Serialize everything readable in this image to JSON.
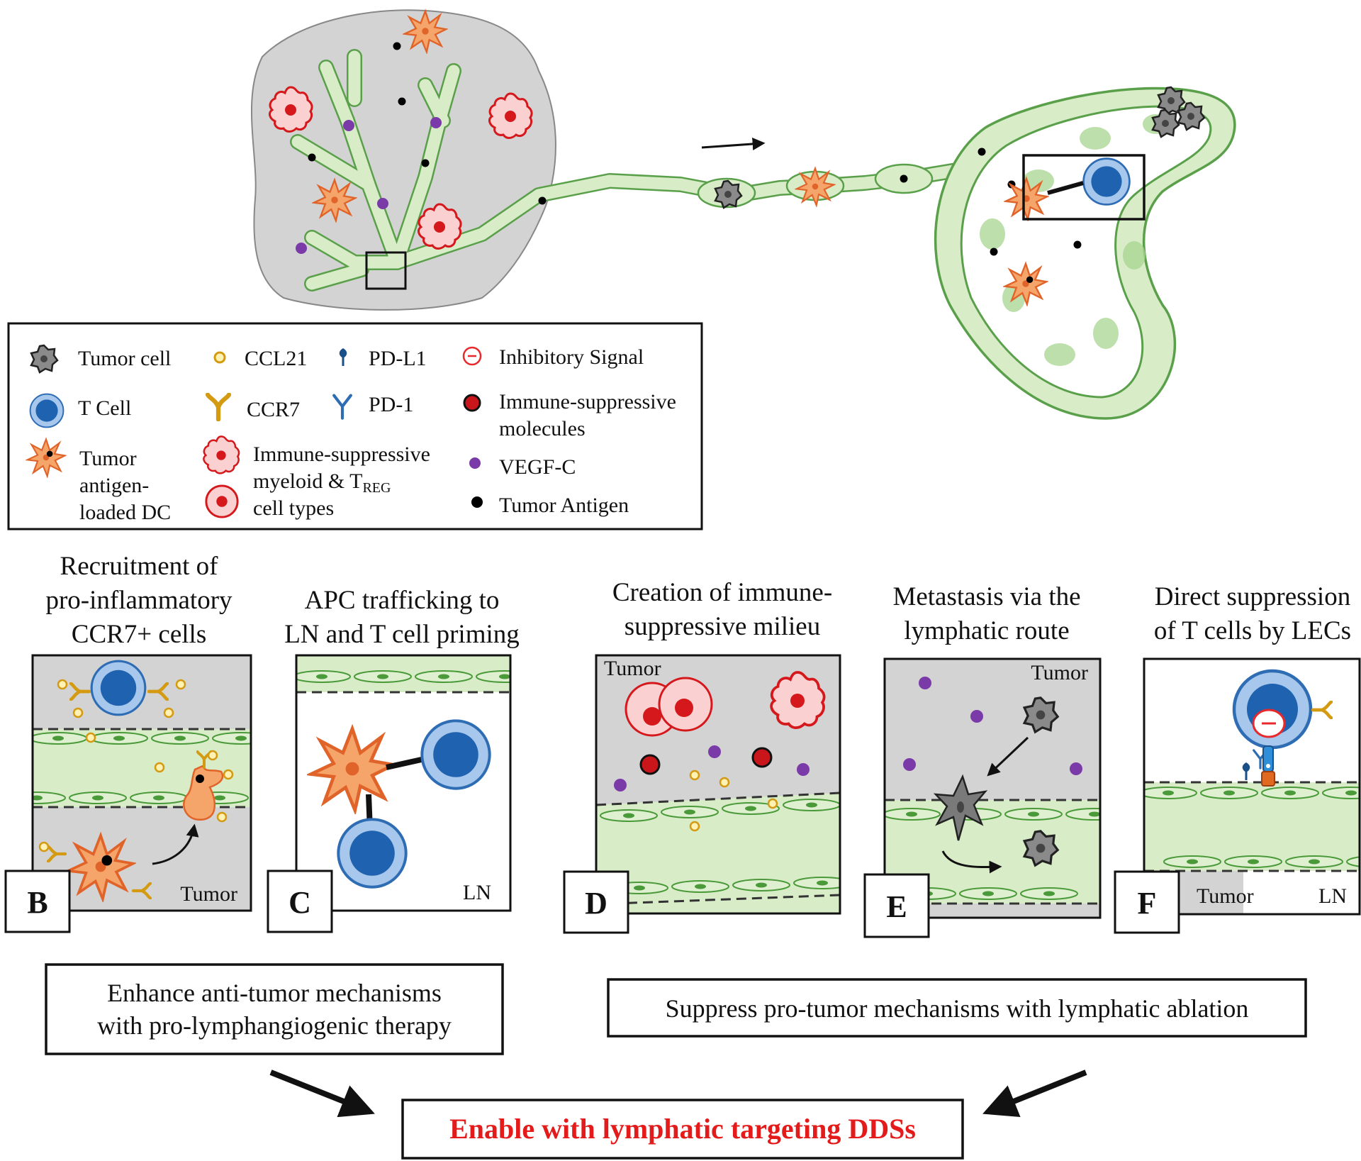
{
  "legend": {
    "tumor_cell": "Tumor cell",
    "t_cell": "T Cell",
    "dc_line1": "Tumor",
    "dc_line2": "antigen-",
    "dc_line3": "loaded DC",
    "ccl21": "CCL21",
    "ccr7": "CCR7",
    "myeloid_line1": "Immune-suppressive",
    "myeloid_line2": "myeloid & T",
    "myeloid_sub": "REG",
    "myeloid_line3": "cell types",
    "pdl1": "PD-L1",
    "pd1": "PD-1",
    "inhibitory": "Inhibitory Signal",
    "molecules_line1": "Immune-suppressive",
    "molecules_line2": "molecules",
    "vegfc": "VEGF-C",
    "antigen": "Tumor Antigen"
  },
  "panels": {
    "B": {
      "letter": "B",
      "title": [
        "Recruitment of",
        "pro-inflammatory",
        "CCR7+ cells"
      ],
      "tag": "Tumor"
    },
    "C": {
      "letter": "C",
      "title": [
        "APC trafficking to",
        "LN and T cell priming"
      ],
      "tag": "LN"
    },
    "D": {
      "letter": "D",
      "title": [
        "Creation of immune-",
        "suppressive milieu"
      ],
      "tag": "Tumor"
    },
    "E": {
      "letter": "E",
      "title": [
        "Metastasis via the",
        "lymphatic route"
      ],
      "tag": "Tumor"
    },
    "F": {
      "letter": "F",
      "title": [
        "Direct suppression",
        "of T cells by LECs"
      ],
      "tag_left": "Tumor",
      "tag_right": "LN"
    }
  },
  "boxes": {
    "enhance": [
      "Enhance anti-tumor mechanisms",
      "with pro-lymphangiogenic therapy"
    ],
    "suppress": "Suppress pro-tumor mechanisms with lymphatic ablation",
    "final": "Enable with lymphatic targeting DDSs"
  },
  "colors": {
    "tumor_bg": "#d3d3d3",
    "lymph_green": "#d8ecc8",
    "lymph_stroke": "#5aa04a",
    "dc_orange": "#f5a46a",
    "tcell_blue": "#3a7bc8",
    "myeloid_red": "#e8282b",
    "vegf_purple": "#7a3aa8",
    "ccl21_yellow": "#f0c020",
    "final_red": "#e31b1b"
  }
}
